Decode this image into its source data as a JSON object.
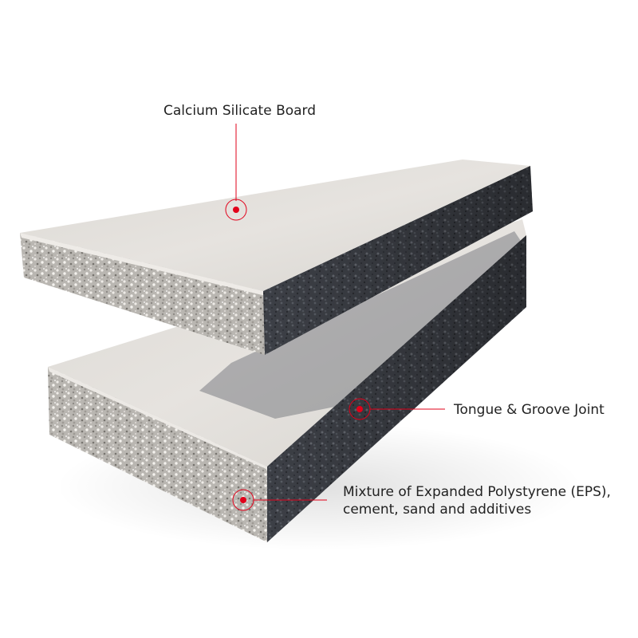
{
  "labels": {
    "calcium_silicate_board": "Calcium Silicate Board",
    "tongue_groove_joint": "Tongue & Groove Joint",
    "mixture_line1": "Mixture of Expanded Polystyrene (EPS),",
    "mixture_line2": "cement, sand and additives"
  },
  "colors": {
    "accent": "#e2001a",
    "board_face": "#e3e0dc",
    "core_light": "#c9c6c1",
    "core_dark": "#3d4046",
    "text": "#222222"
  }
}
